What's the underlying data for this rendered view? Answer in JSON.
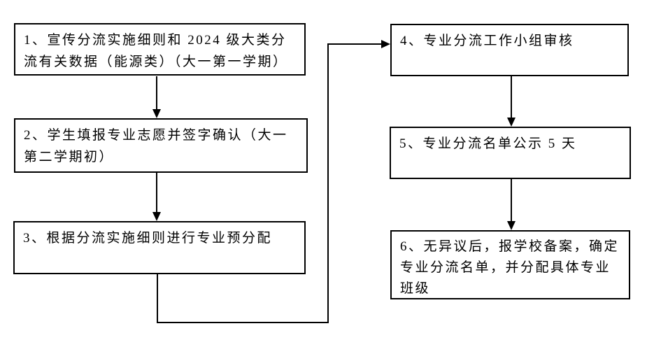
{
  "flowchart": {
    "description": "Major-splitting (professional diversion) process flowchart",
    "colors": {
      "line": "#000000",
      "text": "#000000",
      "background": "#ffffff",
      "box_fill": "#ffffff"
    },
    "nodes": [
      {
        "id": "step-1",
        "label": "1、宣传分流实施细则和 2024 级大类分流有关数据（能源类）（大一第一学期）"
      },
      {
        "id": "step-2",
        "label": "2、学生填报专业志愿并签字确认（大一第二学期初）"
      },
      {
        "id": "step-3",
        "label": "3、根据分流实施细则进行专业预分配"
      },
      {
        "id": "step-4",
        "label": "4、专业分流工作小组审核"
      },
      {
        "id": "step-5",
        "label": "5、专业分流名单公示 5 天"
      },
      {
        "id": "step-6",
        "label": "6、无异议后，报学校备案，确定专业分流名单，并分配具体专业班级"
      }
    ],
    "edges": [
      {
        "from": "step-1",
        "to": "step-2",
        "shape": "straight-down"
      },
      {
        "from": "step-2",
        "to": "step-3",
        "shape": "straight-down"
      },
      {
        "from": "step-3",
        "to": "step-4",
        "shape": "down-right-up-right"
      },
      {
        "from": "step-4",
        "to": "step-5",
        "shape": "straight-down"
      },
      {
        "from": "step-5",
        "to": "step-6",
        "shape": "straight-down"
      }
    ]
  }
}
